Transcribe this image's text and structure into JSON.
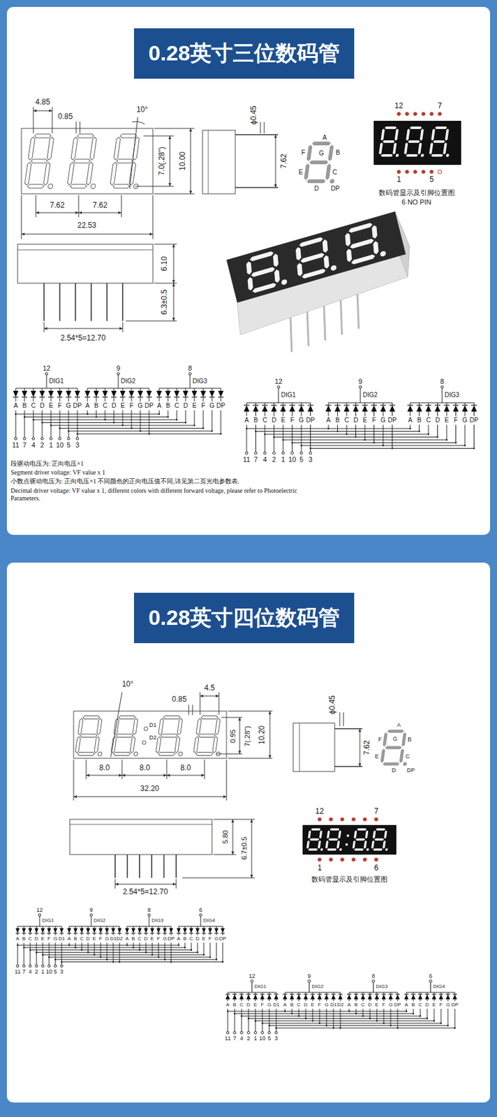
{
  "diagram": {
    "nodes": [
      {
        "text": [
          "0.28英寸三位数码管"
        ]
      },
      {
        "text": [
          "0.28英寸四位数码管"
        ]
      }
    ],
    "labels": [
      "4.85",
      "0.85",
      "10°",
      "7.0(.28\")",
      "10.00",
      "7.62",
      "7.62",
      "22.53",
      "ϕ0.45",
      "7.62",
      "A",
      "F",
      "G",
      "B",
      "E",
      "C",
      "D",
      "DP",
      "12",
      "7",
      "1",
      "5",
      "数码管显示及引脚位置图",
      "6 NO PIN",
      "6.10",
      "6.3±0.5",
      "2.54*5=12.70",
      "12",
      "DIG1",
      "9",
      "DIG2",
      "8",
      "DIG3",
      "A",
      "B",
      "C",
      "D",
      "E",
      "F",
      "G",
      "DP",
      "A",
      "B",
      "C",
      "D",
      "E",
      "F",
      "G",
      "DP",
      "A",
      "B",
      "C",
      "D",
      "E",
      "F",
      "G",
      "DP",
      "11",
      "7",
      "4",
      "2",
      "1",
      "10",
      "5",
      "3",
      "12",
      "DIG1",
      "9",
      "DIG2",
      "8",
      "DIG3",
      "A",
      "B",
      "C",
      "D",
      "E",
      "F",
      "G",
      "DP",
      "A",
      "B",
      "C",
      "D",
      "E",
      "F",
      "G",
      "DP",
      "A",
      "B",
      "C",
      "D",
      "E",
      "F",
      "G",
      "DP",
      "11",
      "7",
      "4",
      "2",
      "1",
      "10",
      "5",
      "3",
      "段驱动电压为: 正向电压×1",
      "Segment driver voltage: VF value x 1",
      "小数点驱动电压为: 正向电压×1 不同颜色的正向电压值不同,详见第二页光电参数表.",
      "Decimal driver voltage: VF value x 1, different colors with different forward voltage, please refer to Photoelectric Parameters.",
      "10°",
      "0.85",
      "4.5",
      "D1",
      "D2",
      "0.95",
      "7(.28\")",
      "10.20",
      "8.0",
      "8.0",
      "8.0",
      "32.20",
      "ϕ0.45",
      "7.62",
      "A",
      "F",
      "G",
      "B",
      "E",
      "C",
      "D",
      "DP",
      "5.80",
      "6.7±0.5",
      "2.54*5=12.70",
      "12",
      "7",
      "1",
      "6",
      "数码管显示及引脚位置图",
      "12",
      "DIG1",
      "9",
      "DIG2",
      "8",
      "DIG3",
      "6",
      "DIG4",
      "A",
      "B",
      "C",
      "D",
      "E",
      "F",
      "G",
      "D1",
      "A",
      "B",
      "C",
      "D",
      "E",
      "F",
      "G",
      "D1",
      "D2",
      "A",
      "B",
      "C",
      "D",
      "E",
      "F",
      "G",
      "DP",
      "A",
      "B",
      "C",
      "D",
      "E",
      "F",
      "G",
      "DP",
      "11",
      "7",
      "4",
      "2",
      "1",
      "10",
      "5",
      "3",
      "12",
      "DIG1",
      "9",
      "DIG2",
      "8",
      "DIG3",
      "6",
      "DIG4",
      "A",
      "B",
      "C",
      "D",
      "E",
      "F",
      "G",
      "D1",
      "A",
      "B",
      "C",
      "D",
      "E",
      "F",
      "G",
      "D1",
      "D2",
      "A",
      "B",
      "C",
      "D",
      "E",
      "F",
      "G",
      "DP",
      "A",
      "B",
      "C",
      "D",
      "E",
      "F",
      "G",
      "DP",
      "11",
      "7",
      "4",
      "2",
      "1",
      "10",
      "5",
      "3"
    ]
  }
}
